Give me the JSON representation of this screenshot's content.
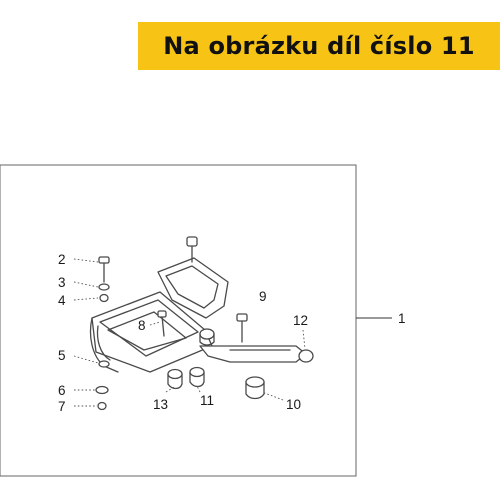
{
  "banner": {
    "text": "Na obrázku díl číslo 11",
    "background": "#f7c416"
  },
  "diagram": {
    "callouts": {
      "c1": "1",
      "c2": "2",
      "c3": "3",
      "c4": "4",
      "c5": "5",
      "c6": "6",
      "c7": "7",
      "c8": "8",
      "c9": "9",
      "c10": "10",
      "c11": "11",
      "c12": "12",
      "c13": "13"
    }
  }
}
